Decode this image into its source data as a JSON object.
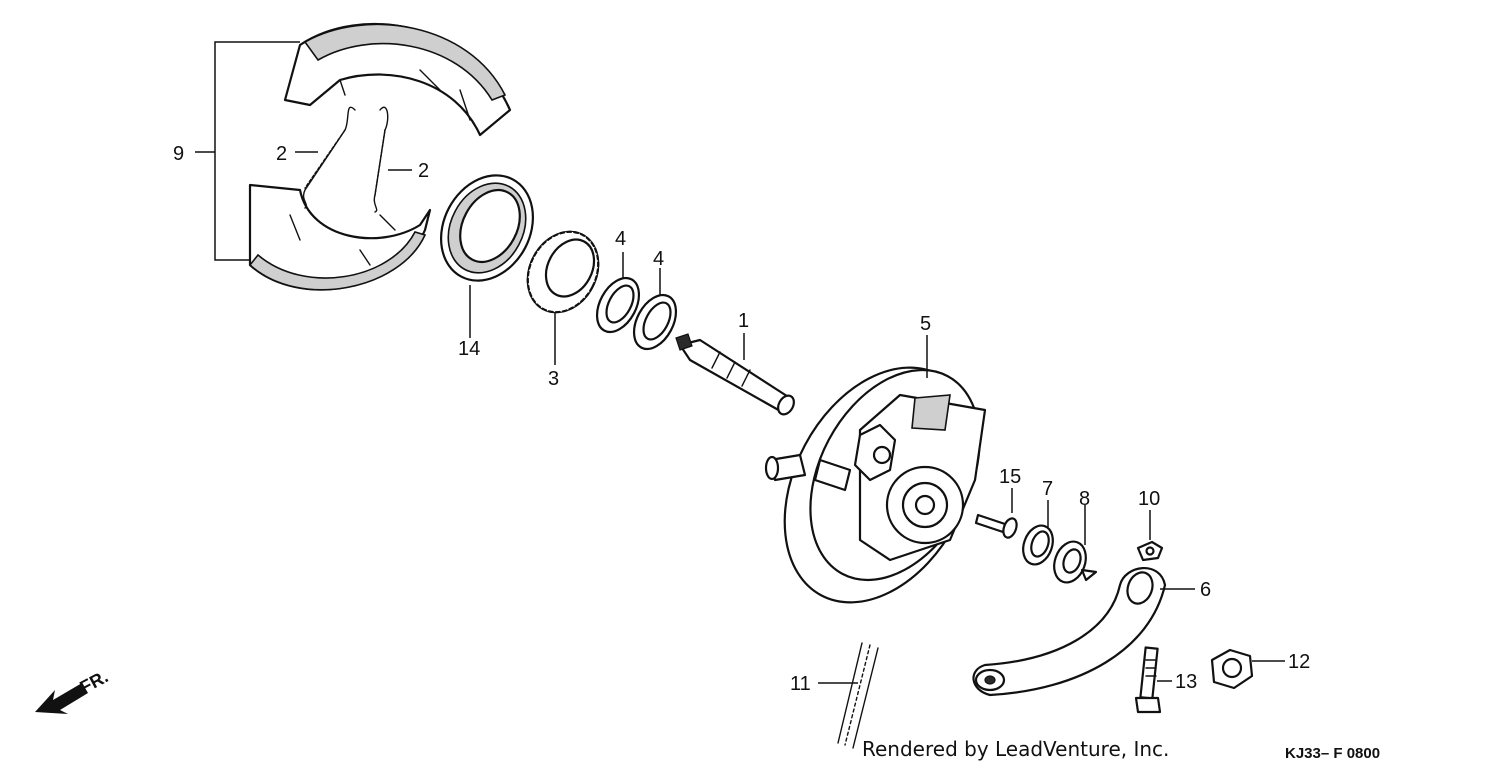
{
  "diagram": {
    "footer_credit": "Rendered by LeadVenture, Inc.",
    "diagram_code": "KJ33– F 0800",
    "direction_label": "FR.",
    "callouts": [
      "1",
      "2",
      "2",
      "3",
      "4",
      "4",
      "5",
      "6",
      "7",
      "8",
      "9",
      "10",
      "11",
      "12",
      "13",
      "14",
      "15"
    ]
  }
}
